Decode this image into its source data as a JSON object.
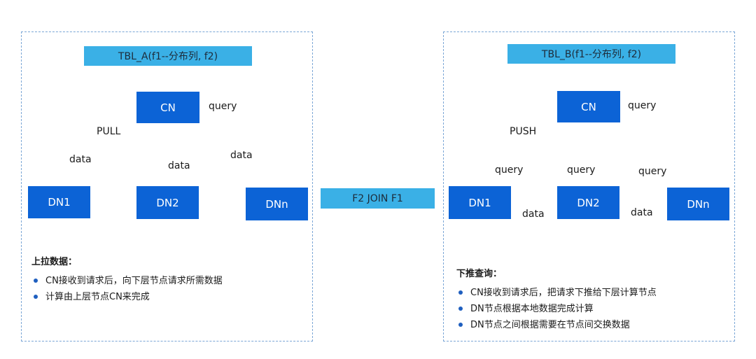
{
  "left": {
    "banner": "TBL_A(f1--分布列, f2)",
    "nodes": {
      "cn": "CN",
      "dn1": "DN1",
      "dn2": "DN2",
      "dnn": "DNn"
    },
    "labels": {
      "query": "query",
      "pull": "PULL",
      "data1": "data",
      "data2": "data",
      "data3": "data"
    },
    "notes": {
      "title": "上拉数据：",
      "items": [
        "CN接收到请求后，向下层节点请求所需数据",
        "计算由上层节点CN来完成"
      ]
    }
  },
  "center": {
    "join_label": "F2 JOIN F1"
  },
  "right": {
    "banner": "TBL_B(f1--分布列, f2)",
    "nodes": {
      "cn": "CN",
      "dn1": "DN1",
      "dn2": "DN2",
      "dnn": "DNn"
    },
    "labels": {
      "query": "query",
      "push": "PUSH",
      "query1": "query",
      "query2": "query",
      "query3": "query",
      "data1": "data",
      "data2": "data"
    },
    "notes": {
      "title": "下推查询：",
      "items": [
        "CN接收到请求后，把请求下推给下层计算节点",
        "DN节点根据本地数据完成计算",
        "DN节点之间根据需要在节点间交换数据"
      ]
    }
  },
  "colors": {
    "node": "#0c63d6",
    "banner": "#3ab0e6",
    "line": "#1d56b8",
    "border": "#7aa6d6"
  }
}
